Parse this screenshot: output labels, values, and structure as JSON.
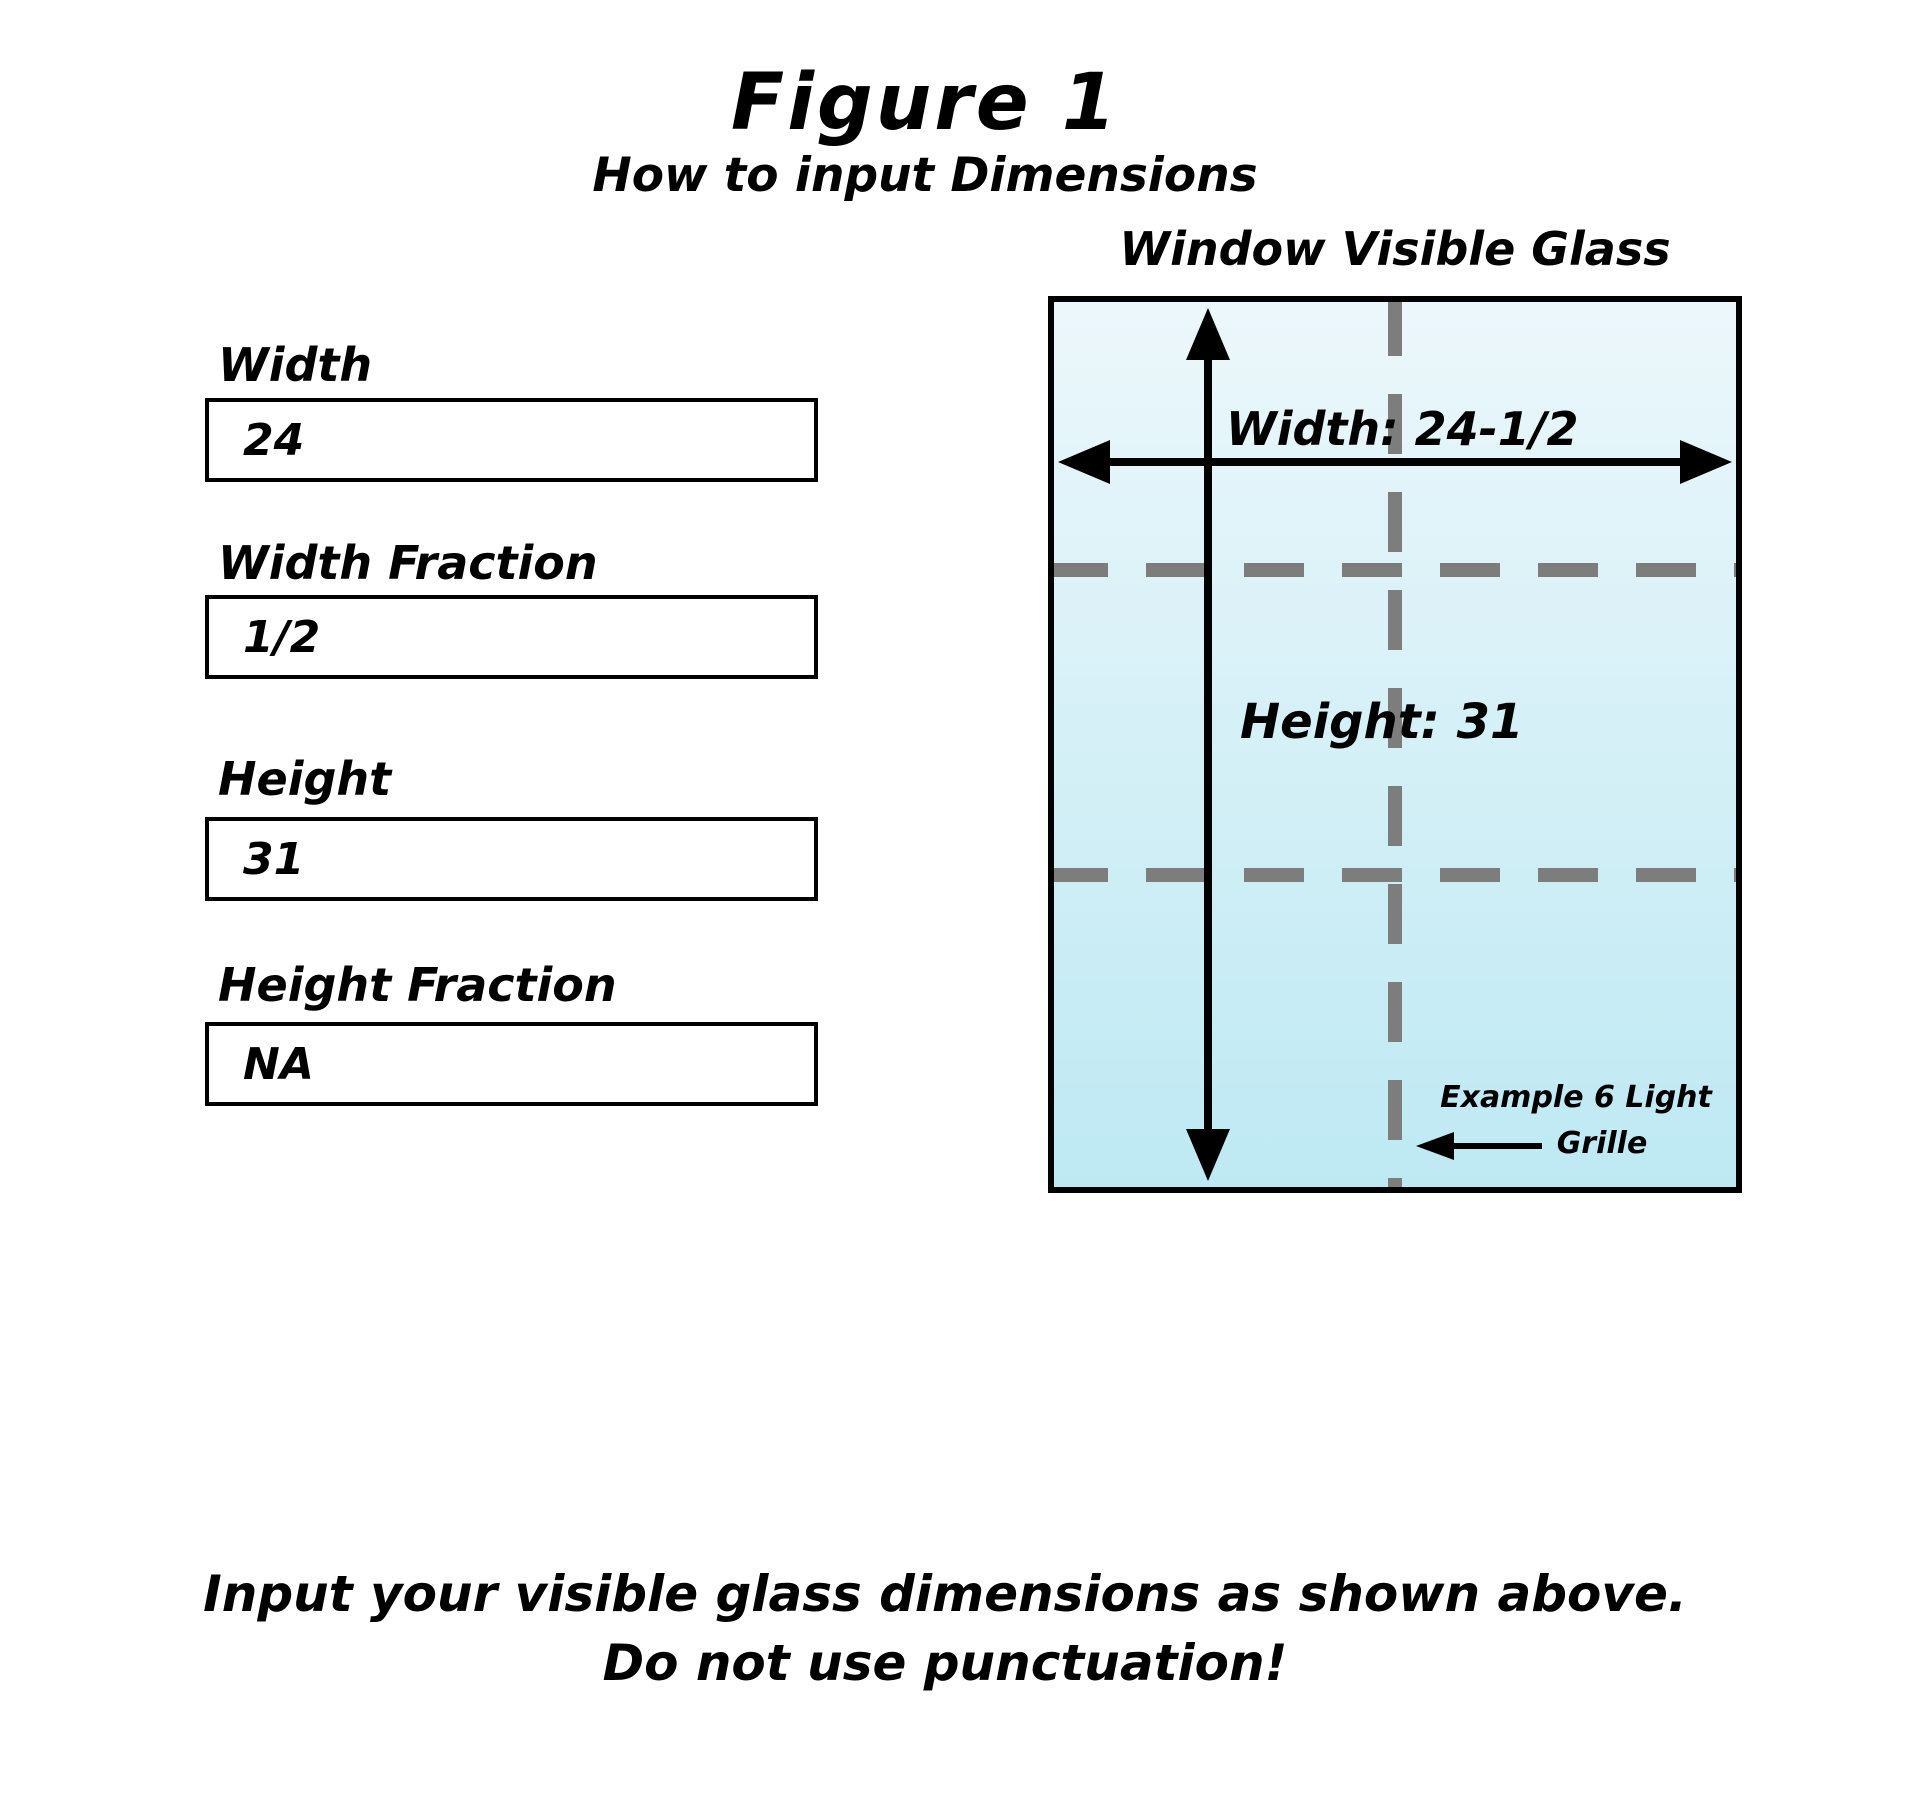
{
  "figure": {
    "title": "Figure 1",
    "subtitle": "How to input Dimensions"
  },
  "form": {
    "fields": [
      {
        "label": "Width",
        "value": "24"
      },
      {
        "label": "Width Fraction",
        "value": "1/2"
      },
      {
        "label": "Height",
        "value": "31"
      },
      {
        "label": "Height Fraction",
        "value": "NA"
      }
    ]
  },
  "window": {
    "heading": "Window Visible Glass",
    "width_label": "Width: 24-1/2",
    "height_label": "Height: 31",
    "grille_note_line1": "Example 6 Light",
    "grille_note_line2": "Grille"
  },
  "footer": {
    "line1": "Input your visible glass dimensions as shown above.",
    "line2": "Do not use punctuation!"
  },
  "colors": {
    "glass_top": "#ecf7fb",
    "glass_bottom": "#bee9f3",
    "grille_gray": "#7d7d7d",
    "line_black": "#000000"
  }
}
